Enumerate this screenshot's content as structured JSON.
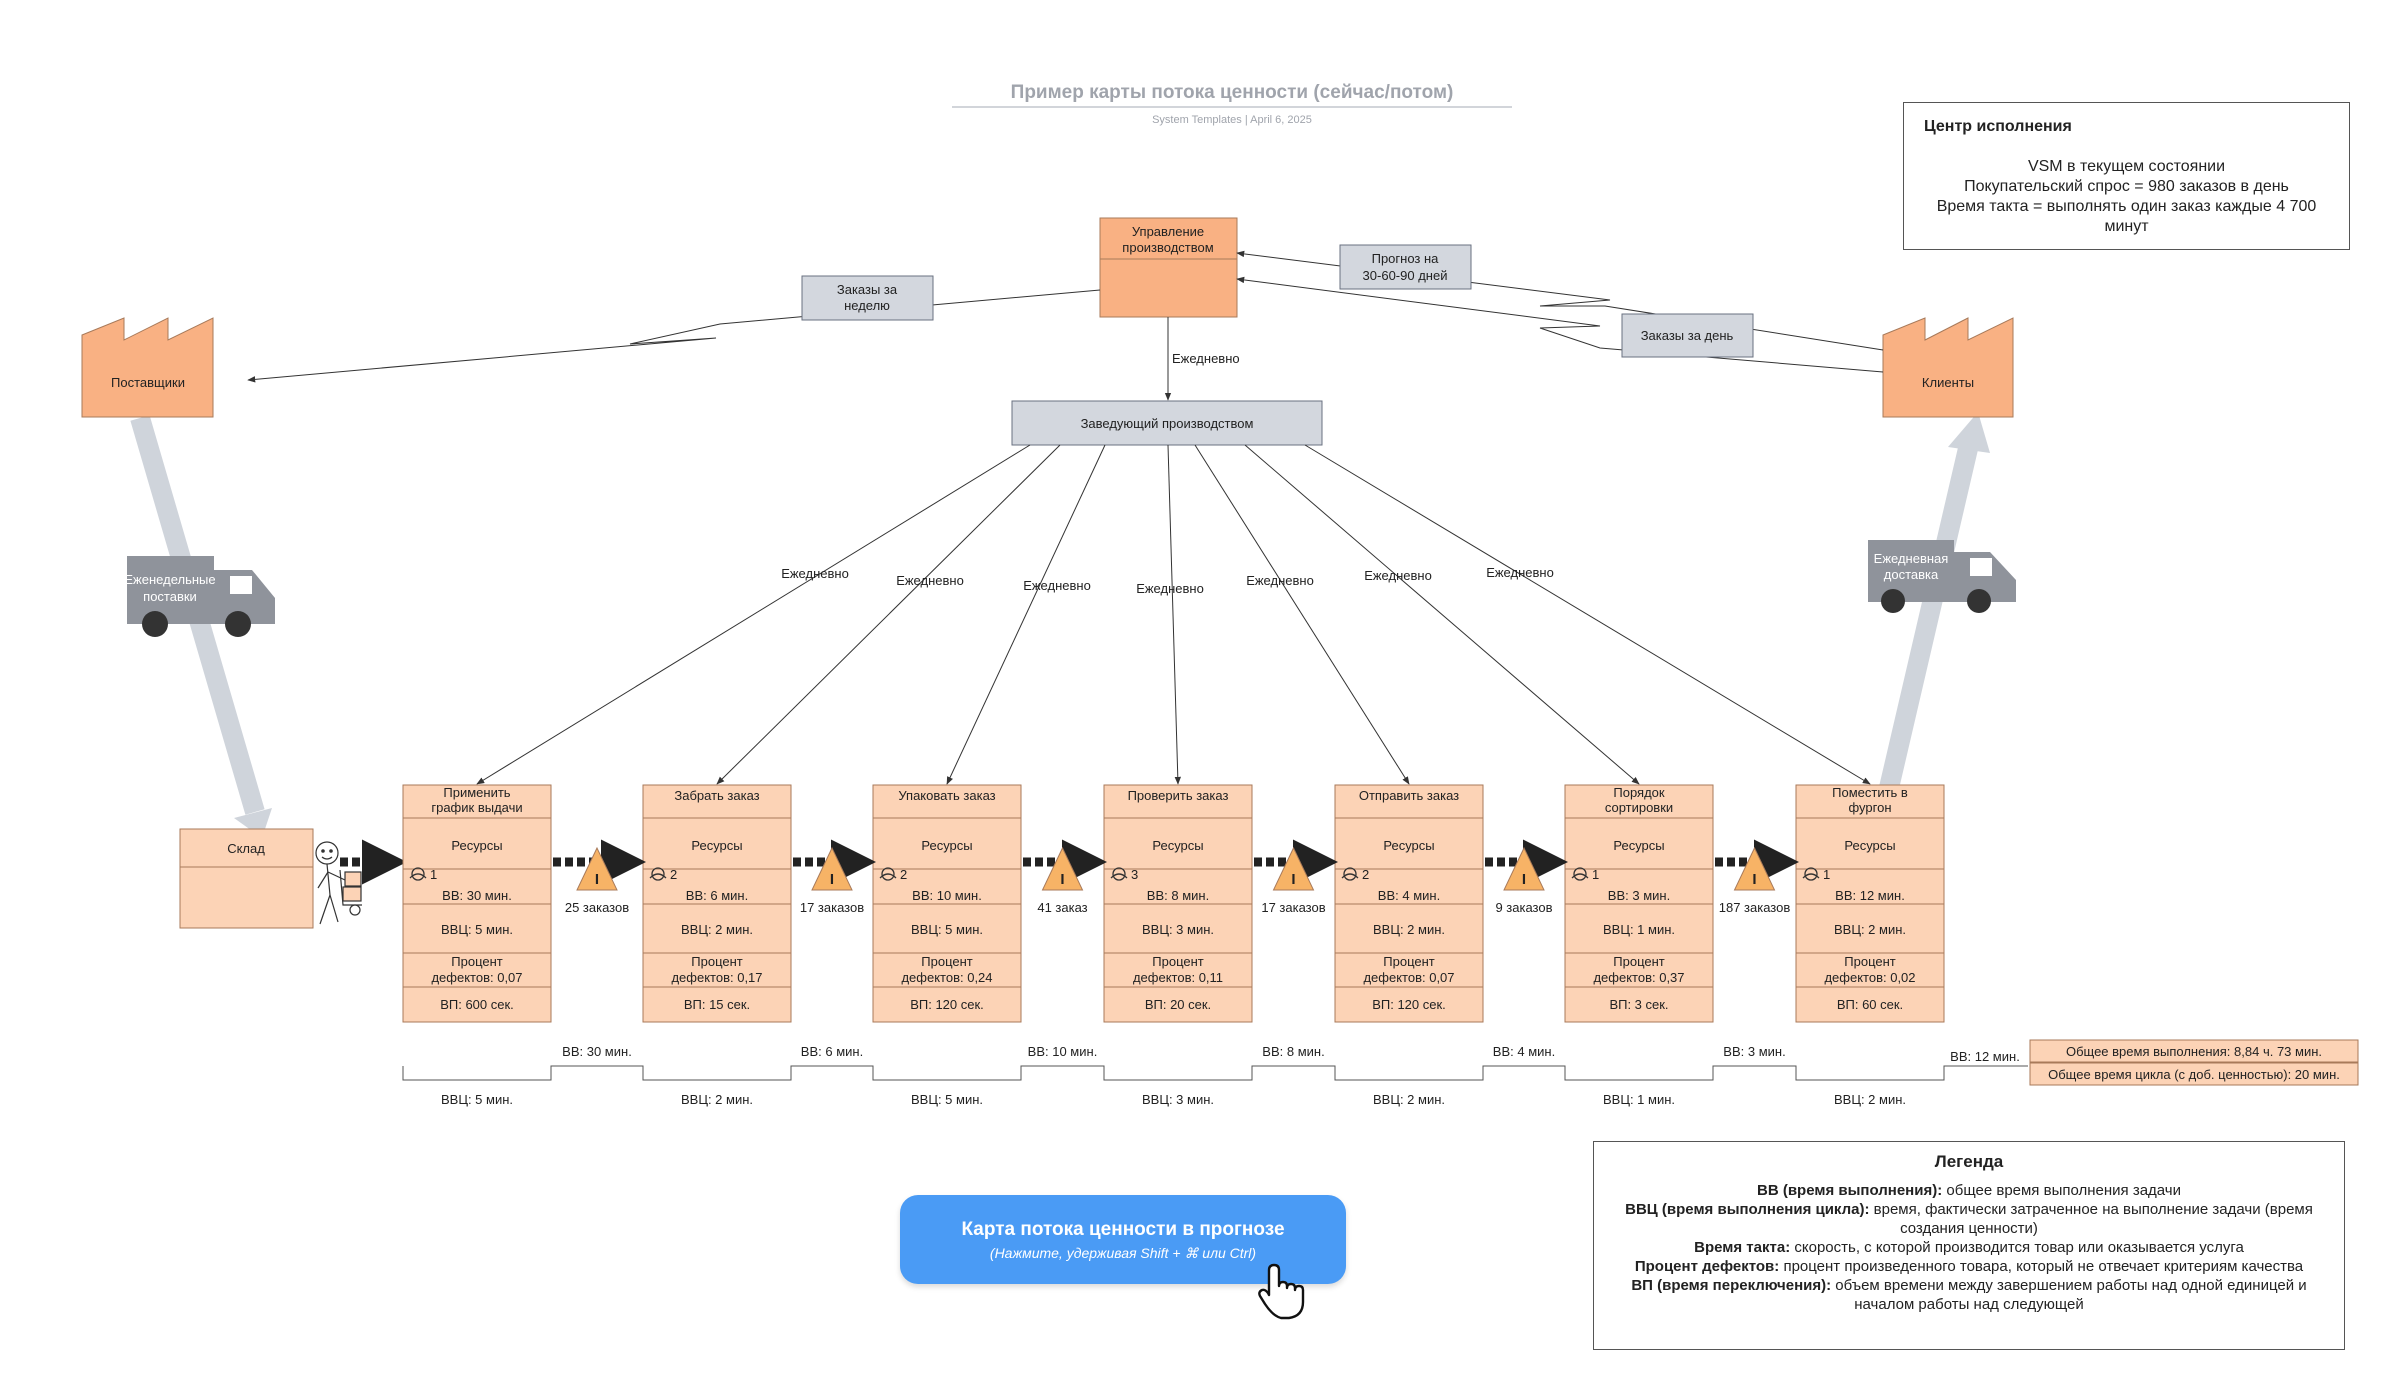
{
  "document": {
    "title": "Пример карты потока ценности (сейчас/потом)",
    "meta": "System Templates  |  April 6, 2025"
  },
  "info_box": {
    "title": "Центр исполнения",
    "line1": "VSM в текущем состоянии",
    "line2": "Покупательский спрос = 980 заказов в день",
    "line3": "Время такта = выполнять один заказ каждые 4 700 минут"
  },
  "nodes": {
    "production_control": "Управление производством",
    "supervisor": "Заведующий производством",
    "suppliers": "Поставщики",
    "customers": "Клиенты",
    "warehouse": "Склад"
  },
  "flow_labels": {
    "weekly_orders": "Заказы за неделю",
    "forecast": "Прогноз на 30-60-90 дней",
    "daily_orders": "Заказы за день",
    "daily": "Ежедневно",
    "weekly_deliveries": "Еженедельные поставки",
    "daily_delivery": "Ежедневная доставка"
  },
  "process_common": {
    "resources": "Ресурсы"
  },
  "processes": [
    {
      "name": "Применить график выдачи",
      "operators": "1",
      "lt": "ВВ: 30 мин.",
      "ct": "ВВЦ: 5 мин.",
      "defects": "Процент дефектов: 0,07",
      "co": "ВП: 600 сек."
    },
    {
      "name": "Забрать заказ",
      "operators": "2",
      "lt": "ВВ: 6 мин.",
      "ct": "ВВЦ: 2 мин.",
      "defects": "Процент дефектов: 0,17",
      "co": "ВП: 15 сек."
    },
    {
      "name": "Упаковать заказ",
      "operators": "2",
      "lt": "ВВ: 10 мин.",
      "ct": "ВВЦ: 5 мин.",
      "defects": "Процент дефектов: 0,24",
      "co": "ВП: 120 сек."
    },
    {
      "name": "Проверить заказ",
      "operators": "3",
      "lt": "ВВ: 8 мин.",
      "ct": "ВВЦ: 3 мин.",
      "defects": "Процент дефектов: 0,11",
      "co": "ВП: 20 сек."
    },
    {
      "name": "Отправить заказ",
      "operators": "2",
      "lt": "ВВ: 4 мин.",
      "ct": "ВВЦ: 2 мин.",
      "defects": "Процент дефектов: 0,07",
      "co": "ВП: 120 сек."
    },
    {
      "name": "Порядок сортировки",
      "operators": "1",
      "lt": "ВВ: 3 мин.",
      "ct": "ВВЦ: 1 мин.",
      "defects": "Процент дефектов: 0,37",
      "co": "ВП: 3 сек."
    },
    {
      "name": "Поместить в фургон",
      "operators": "1",
      "lt": "ВВ: 12 мин.",
      "ct": "ВВЦ: 2 мин.",
      "defects": "Процент дефектов: 0,02",
      "co": "ВП: 60 сек."
    }
  ],
  "inventories": [
    "25 заказов",
    "17 заказов",
    "41 заказ",
    "17 заказов",
    "9 заказов",
    "187 заказов"
  ],
  "timeline": {
    "lead_times": [
      "ВВ: 30 мин.",
      "ВВ: 6 мин.",
      "ВВ: 10 мин.",
      "ВВ: 8 мин.",
      "ВВ: 4 мин.",
      "ВВ: 3 мин.",
      "ВВ: 12 мин."
    ],
    "cycle_times": [
      "ВВЦ: 5 мин.",
      "ВВЦ: 2 мин.",
      "ВВЦ: 5 мин.",
      "ВВЦ: 3 мин.",
      "ВВЦ: 2 мин.",
      "ВВЦ: 1 мин.",
      "ВВЦ: 2 мин."
    ],
    "total_lead": "Общее время выполнения: 8,84 ч. 73 мин.",
    "total_cycle": "Общее время цикла (с доб. ценностью): 20 мин."
  },
  "legend": {
    "title": "Легенда",
    "rows": [
      {
        "term": "ВВ (время выполнения):",
        "desc": " общее время выполнения задачи"
      },
      {
        "term": "ВВЦ (время выполнения цикла):",
        "desc": " время, фактически затраченное на выполнение задачи (время создания ценности)"
      },
      {
        "term": "Время такта:",
        "desc": " скорость, с которой производится товар или оказывается услуга"
      },
      {
        "term": "Процент дефектов:",
        "desc": " процент произведенного товара, который не отвечает критериям качества"
      },
      {
        "term": "ВП (время переключения):",
        "desc": " объем времени между завершением работы над одной единицей и началом работы над следующей"
      }
    ]
  },
  "forecast_button": {
    "label": "Карта потока ценности в прогнозе",
    "hint": "(Нажмите, удерживая Shift + ⌘ или Ctrl)"
  },
  "colors": {
    "orange": "#f9b183",
    "orange_light": "#fcd3b6",
    "gray_box": "#d3d7de",
    "truck": "#8f939b",
    "triangle": "#f7b366",
    "button": "#4a9bf5"
  }
}
